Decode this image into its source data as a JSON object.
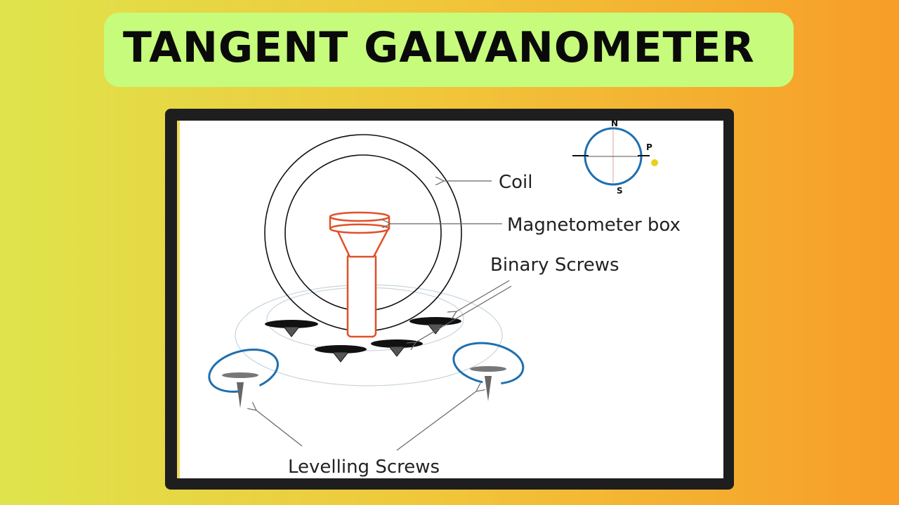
{
  "title": "TANGENT GALVANOMETER",
  "labels": {
    "coil": "Coil",
    "magnetometer_box": "Magnetometer box",
    "binary_screws": "Binary Screws",
    "levelling_screws": "Levelling Screws"
  },
  "compass": {
    "north": "N",
    "south": "S",
    "p": "P"
  },
  "colors": {
    "title_bg": "#c6fb7c",
    "magnetometer": "#e0502a",
    "loops": "#1f6fae"
  }
}
